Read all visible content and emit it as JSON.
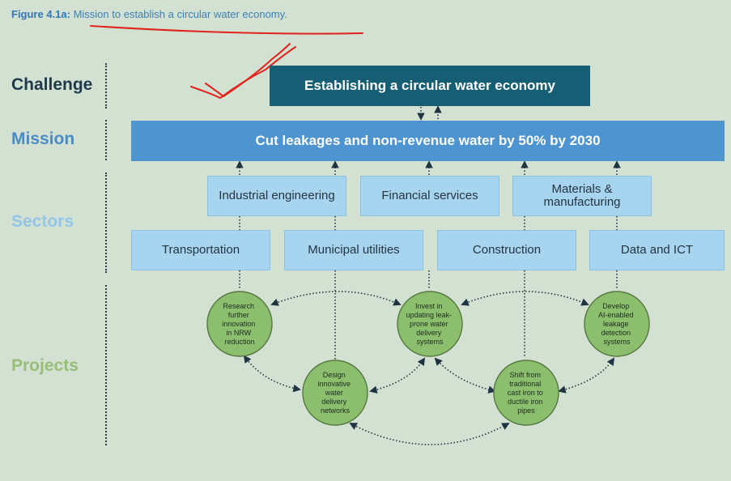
{
  "caption": {
    "label": "Figure 4.1a:",
    "text": " Mission to establish a circular water economy."
  },
  "row_labels": {
    "challenge": "Challenge",
    "mission": "Mission",
    "sectors": "Sectors",
    "projects": "Projects"
  },
  "challenge": "Establishing a circular water economy",
  "mission": "Cut leakages and non-revenue water by 50% by 2030",
  "sectors_top": [
    "Industrial engineering",
    "Financial services",
    "Materials & manufacturing"
  ],
  "sectors_bottom": [
    "Transportation",
    "Municipal utilities",
    "Construction",
    "Data and ICT"
  ],
  "projects": [
    [
      "Research",
      "further",
      "innovation",
      "in NRW",
      "reduction"
    ],
    [
      "Design",
      "innovative",
      "water",
      "delivery",
      "networks"
    ],
    [
      "Invest in",
      "updating leak-",
      "prone water",
      "delivery",
      "systems"
    ],
    [
      "Shift from",
      "traditional",
      "cast iron to",
      "ductile iron",
      "pipes"
    ],
    [
      "Develop",
      "AI-enabled",
      "leakage",
      "detection",
      "systems"
    ]
  ],
  "colors": {
    "background": "#d3e1d2",
    "caption_text": "#3d7fb3",
    "challenge_label": "#1e3a4a",
    "challenge_box": "#155e73",
    "mission_label": "#4a8bc4",
    "mission_box": "#4e94d0",
    "sectors_label": "#93c6e6",
    "sector_box": "#a7d4ef",
    "projects_label": "#97bd77",
    "project_circle": "#8cbf6d",
    "annotation": "#e0231c"
  }
}
